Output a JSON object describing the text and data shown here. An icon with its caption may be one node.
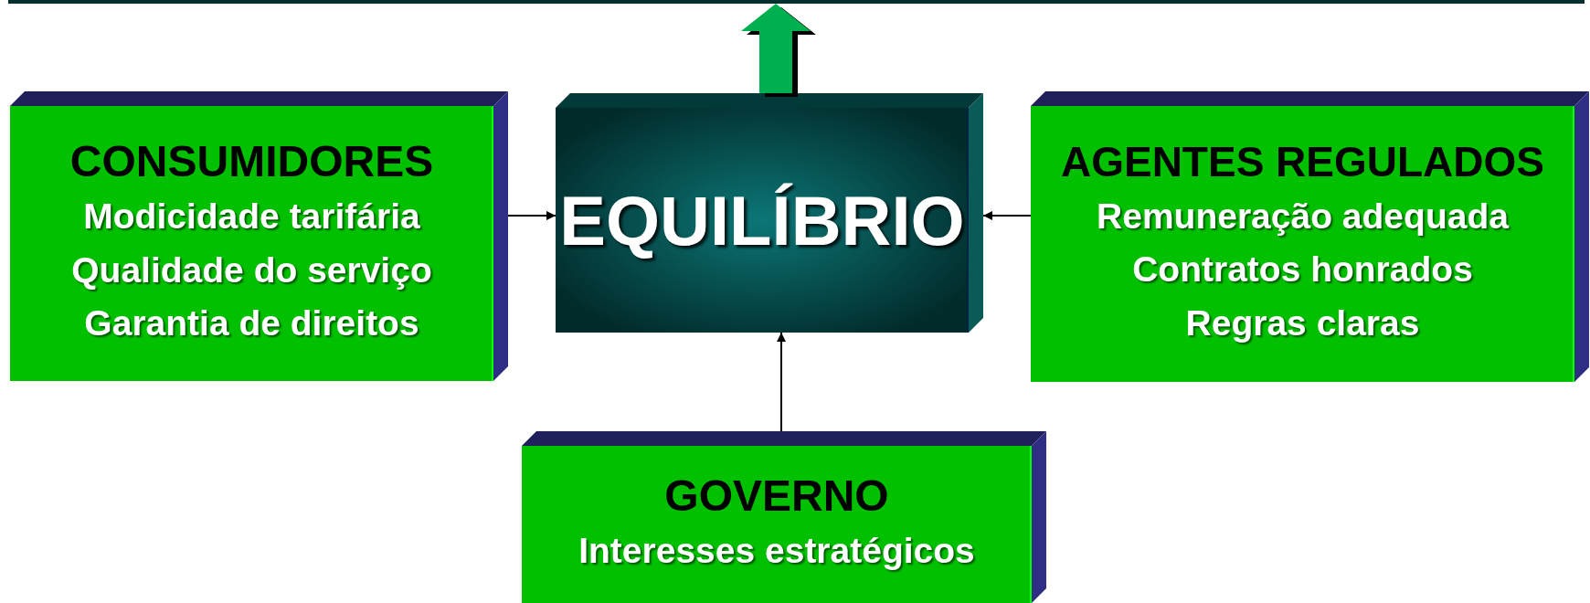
{
  "diagram": {
    "nodes": [
      {
        "text": [],
        "shape": "bar"
      },
      {
        "text": [
          "CONSUMIDORES",
          "Modicidade tarifária",
          "Qualidade do serviço",
          "Garantia de direitos"
        ]
      },
      {
        "text": [
          "EQUILÍBRIO"
        ]
      },
      {
        "text": [
          "AGENTES REGULADOS",
          "Remuneração adequada",
          "Contratos honrados",
          "Regras claras"
        ]
      },
      {
        "text": [
          "GOVERNO",
          "Interesses estratégicos"
        ]
      }
    ],
    "edges": [
      {
        "from": 1,
        "to": 2,
        "arrow": "to"
      },
      {
        "from": 3,
        "to": 2,
        "arrow": "to"
      },
      {
        "from": 4,
        "to": 2,
        "arrow": "to"
      },
      {
        "from": 2,
        "to": 0,
        "arrow": "to",
        "style": "thick",
        "color": "#00b050"
      }
    ]
  }
}
